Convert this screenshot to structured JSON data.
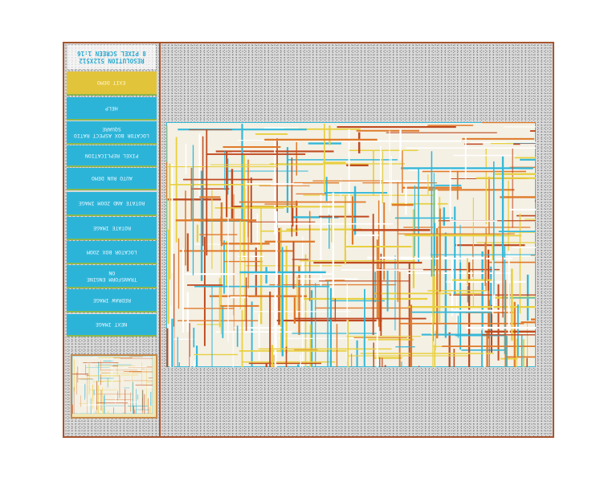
{
  "header": {
    "line1": "RESOLUTION 512X512",
    "line2": "8 PIXEL SCREEN 1:16"
  },
  "menu": [
    {
      "label": "EXIT DEMO",
      "sub": ""
    },
    {
      "label": "HELP",
      "sub": ""
    },
    {
      "label": "LOCATOR BOX ASPECT RATIO",
      "sub": "SQUARE"
    },
    {
      "label": "PIXEL REPLICATION",
      "sub": ""
    },
    {
      "label": "AUTO RUN DEMO",
      "sub": ""
    },
    {
      "label": "ROTATE AND ZOOM IMAGE",
      "sub": ""
    },
    {
      "label": "ROTATE IMAGE",
      "sub": ""
    },
    {
      "label": "LOCATOR BOX ZOOM",
      "sub": ""
    },
    {
      "label": "TRANSFORM ENGINE",
      "sub": "ON"
    },
    {
      "label": "REDRAW IMAGE",
      "sub": ""
    },
    {
      "label": "NEXT IMAGE",
      "sub": ""
    }
  ],
  "colors": {
    "menu": "#2cb4d8",
    "exit": "#e2c43a",
    "frame": "#a8552e",
    "trace1": "#e07a2a",
    "trace2": "#35b8d8",
    "trace3": "#e8d040"
  }
}
